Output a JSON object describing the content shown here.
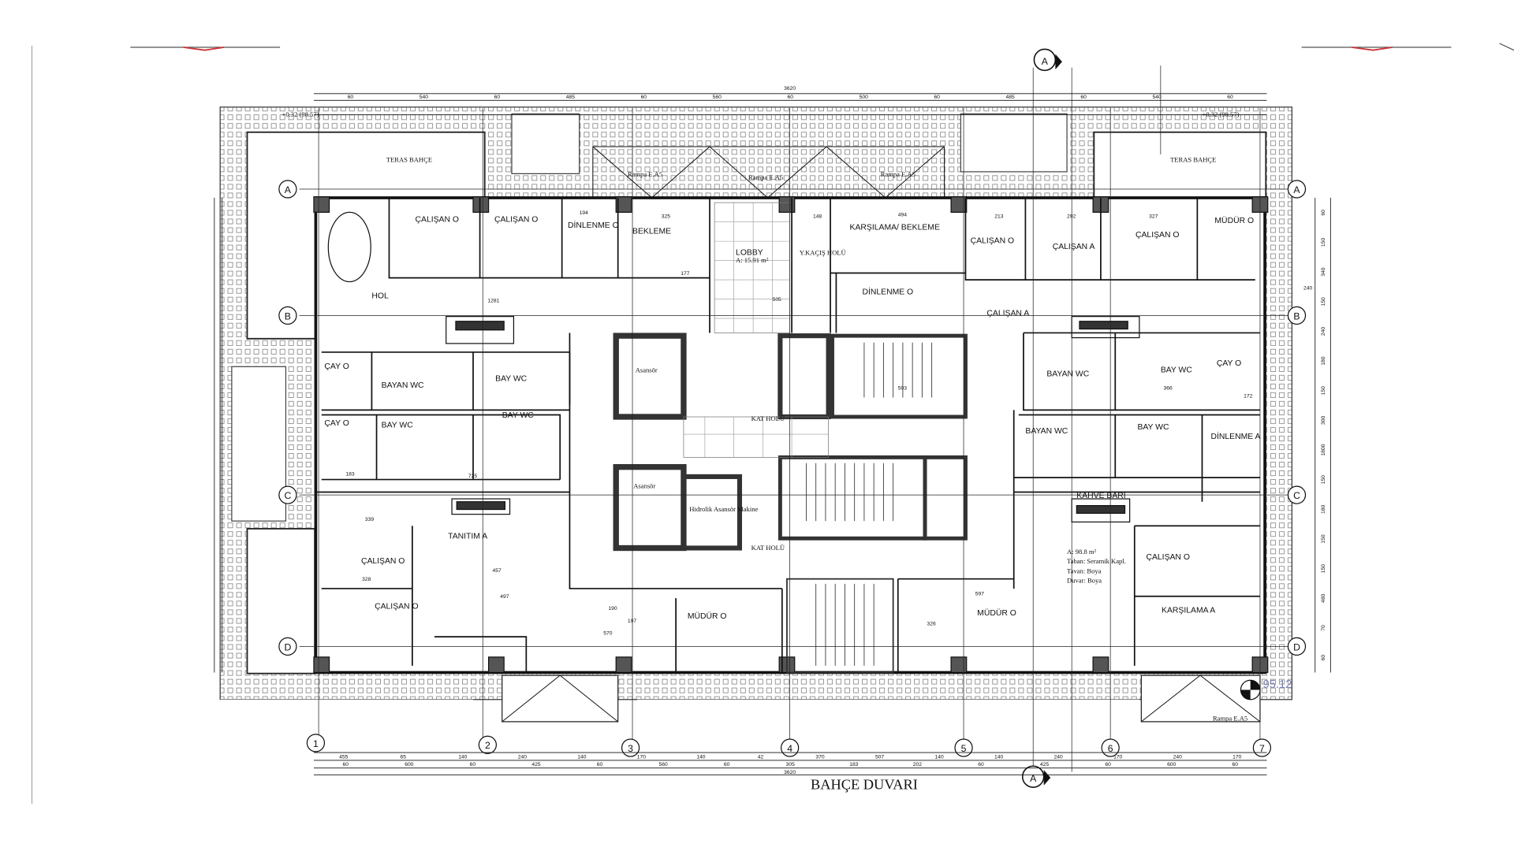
{
  "drawing": {
    "title": "BAHÇE DUVARI",
    "elevation_left": "+0.32 (98.57)",
    "elevation_right": "+0.32 (98.57)",
    "spot_level": "95.12",
    "section_marker": "A",
    "area_note": {
      "area": "A: 98.8 m²",
      "floor": "Taban: Seramik Kapl.",
      "ceiling": "Tavan: Boya",
      "wall": "Duvar: Boya"
    },
    "grid_rows": [
      "A",
      "B",
      "C",
      "D"
    ],
    "grid_cols": [
      "1",
      "2",
      "3",
      "4",
      "5",
      "6",
      "7"
    ],
    "top_dims": [
      "60",
      "540",
      "60",
      "485",
      "60",
      "560",
      "60",
      "500",
      "60",
      "485",
      "60",
      "540",
      "60"
    ],
    "overall_dim": "3620",
    "bottom_dims": [
      "455",
      "65",
      "140",
      "240",
      "140",
      "170",
      "140",
      "42",
      "370",
      "507",
      "140",
      "140",
      "240",
      "170",
      "240",
      "170"
    ],
    "bottom_dims2": [
      "60",
      "600",
      "60",
      "425",
      "60",
      "560",
      "60",
      "305",
      "183",
      "202",
      "60",
      "425",
      "60",
      "600",
      "60"
    ],
    "side_dims": [
      "60",
      "150",
      "340",
      "150",
      "240",
      "180",
      "150",
      "300",
      "1800",
      "150",
      "180",
      "150",
      "150",
      "480",
      "70",
      "60"
    ],
    "rooms": {
      "hol": "HOL",
      "calisan_o_1": "ÇALIŞAN O",
      "calisan_o_2": "ÇALIŞAN O",
      "dinlenme_o_1": "DİNLENME O",
      "bekleme": "BEKLEME",
      "lobby": "LOBBY",
      "lobby_area": "A: 15.91 m²",
      "kacis_holu": "Y.KAÇIŞ HOLÜ",
      "karsilama_bekleme": "KARŞILAMA/ BEKLEME",
      "dinlenme_o_2": "DİNLENME O",
      "calisan_o_3": "ÇALIŞAN O",
      "calisan_a_1": "ÇALIŞAN A",
      "calisan_o_4": "ÇALIŞAN O",
      "mudur_o_1": "MÜDÜR O",
      "calisan_a_2": "ÇALIŞAN A",
      "cay_o_1": "ÇAY O",
      "bayan_wc_1": "BAYAN WC",
      "bay_wc_1": "BAY WC",
      "cay_o_2": "ÇAY O",
      "bay_wc_2": "BAY WC",
      "bay_wc_3": "BAY WC",
      "asansor_1": "Asansör",
      "asansor_2": "Asansör",
      "hidrolik": "Hidrolik Asansör Makine",
      "kat_holu_1": "KAT HOLÜ",
      "kat_holu_2": "KAT HOLÜ",
      "bayan_wc_2": "BAYAN WC",
      "bay_wc_4": "BAY WC",
      "cay_o_3": "ÇAY O",
      "bayan_wc_3": "BAYAN WC",
      "bay_wc_5": "BAY WC",
      "dinlenme_a": "DİNLENME A",
      "kahve_bari": "KAHVE BARI",
      "tanitim_a": "TANITIM A",
      "calisan_o_5": "ÇALIŞAN O",
      "calisan_o_6": "ÇALIŞAN O",
      "mudur_o_2": "MÜDÜR O",
      "mudur_o_3": "MÜDÜR O",
      "calisan_o_7": "ÇALIŞAN O",
      "karsilama_a": "KARŞILAMA A",
      "teras_left": "TERAS BAHÇE",
      "teras_right": "TERAS BAHÇE",
      "ramp_1": "Rampa E.A5",
      "ramp_2": "Rampa E.A5",
      "ramp_3": "Rampa E.A5",
      "ramp_4": "Rampa E.A5"
    },
    "inner_dims": [
      "1281",
      "725",
      "570",
      "597",
      "505",
      "503",
      "326",
      "494",
      "213",
      "292",
      "327",
      "325",
      "194",
      "177",
      "366",
      "172",
      "183",
      "339",
      "328",
      "457",
      "497",
      "190",
      "197",
      "148",
      "240"
    ]
  }
}
